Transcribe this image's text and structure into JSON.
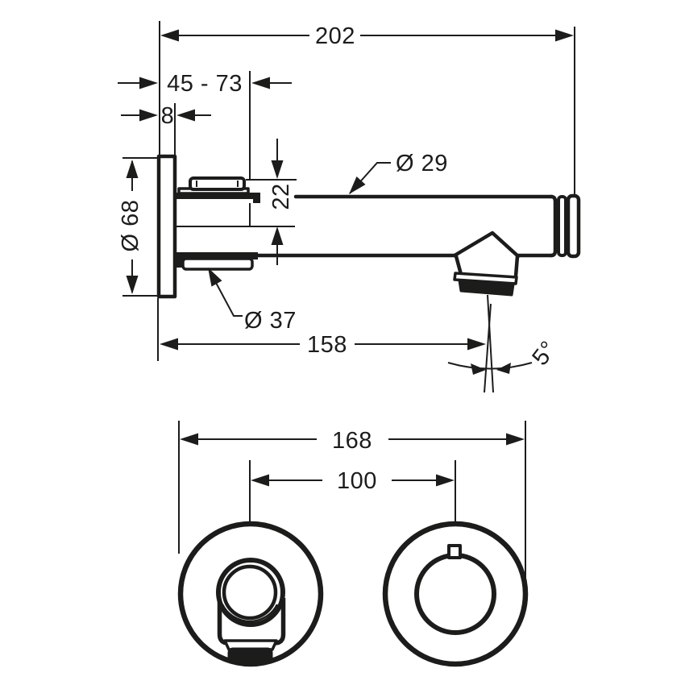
{
  "meta": {
    "background": "#ffffff",
    "ink": "#1c1c1a",
    "description": "Dimensional technical drawing of a wall-mounted single-lever basin mixer: side view (top) and front view of escutcheons (bottom). All dimensions in mm."
  },
  "side_view": {
    "labels": {
      "overall_depth": "202",
      "adjustment_range": "45 - 73",
      "plate_thickness": "8",
      "spout_diameter": "Ø 29",
      "handle_offset": "22",
      "escutcheon_diameter": "Ø 68",
      "spout_flange_diameter": "Ø 37",
      "spout_reach": "158",
      "stream_angle": "5°"
    }
  },
  "front_view": {
    "labels": {
      "overall_width": "168",
      "center_distance": "100"
    }
  }
}
